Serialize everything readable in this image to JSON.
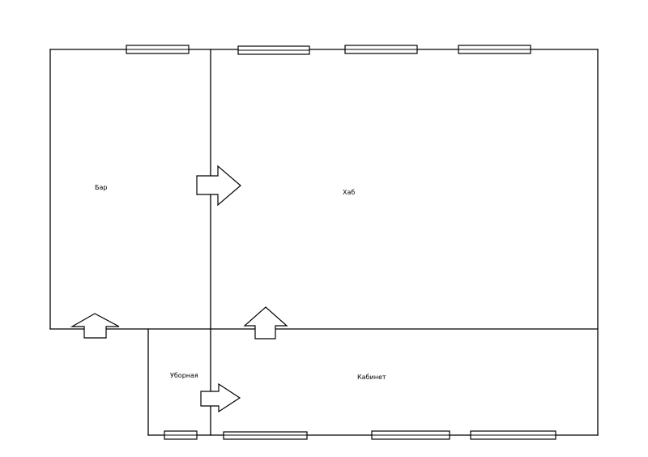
{
  "rooms": {
    "bar": "Бар",
    "hub": "Хаб",
    "toilet": "Уборная",
    "office": "Кабинет"
  }
}
